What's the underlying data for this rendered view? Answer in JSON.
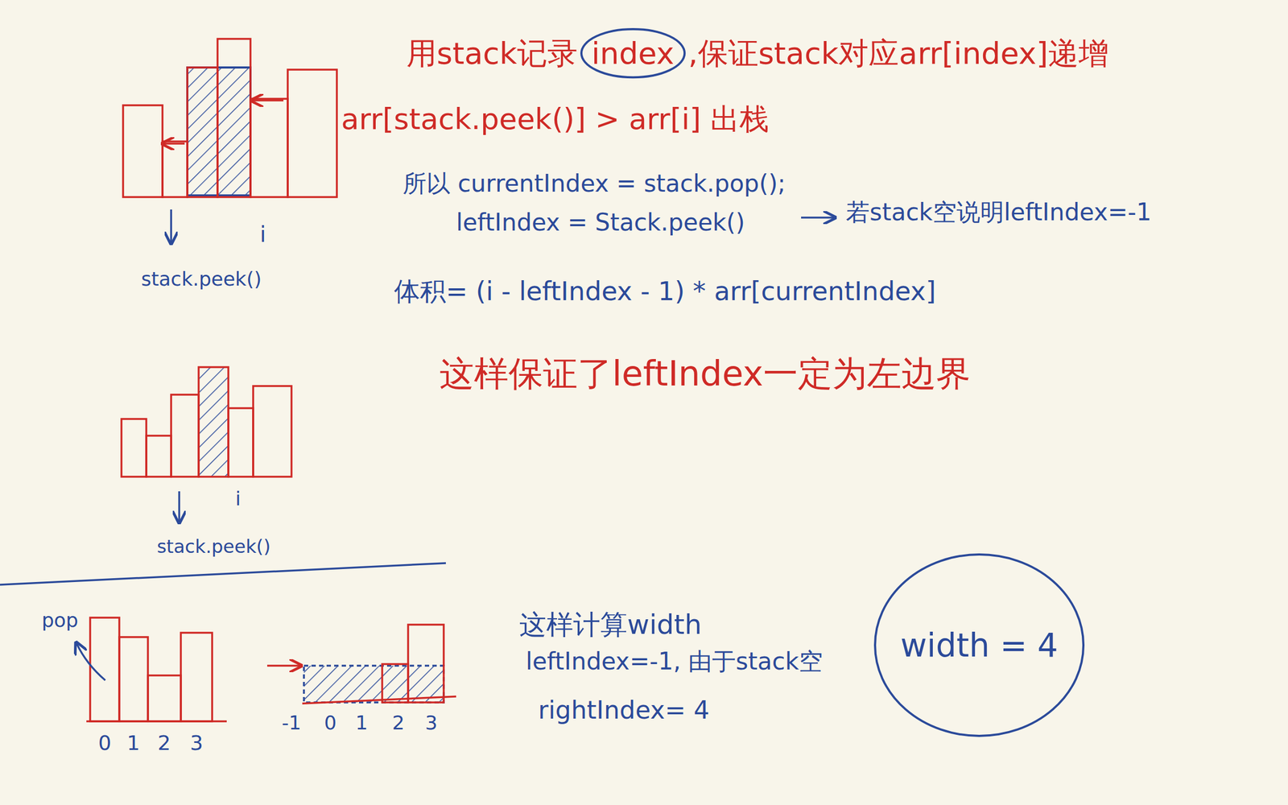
{
  "diagram": {
    "nodes": [
      {
        "text": [
          "index"
        ]
      },
      {
        "text": [
          "width = 4"
        ]
      }
    ],
    "labels": [
      "用stack记录",
      ",保证stack对应arr[index]递增",
      "arr[stack.peek()] > arr[i] 出栈",
      "所以 currentIndex = stack.pop();",
      "leftIndex = Stack.peek()",
      "若stack空说明leftIndex=-1",
      "体积= (i - leftIndex - 1) * arr[currentIndex]",
      "这样保证了leftIndex一定为左边界",
      "stack.peek()",
      "i",
      "stack.peek()",
      "i",
      "pop",
      "0",
      "1",
      "2",
      "3",
      "-1",
      "0",
      "1",
      "2",
      "3",
      "这样计算width",
      "leftIndex=-1, 由于stack空",
      "rightIndex= 4"
    ]
  }
}
